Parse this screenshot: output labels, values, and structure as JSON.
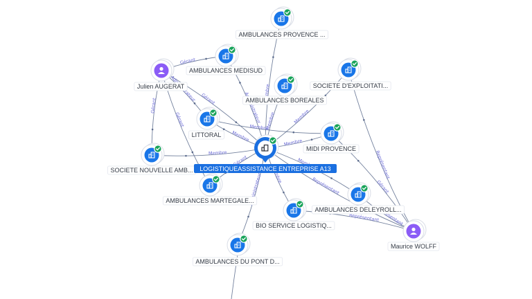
{
  "center": {
    "label": "LOGISTIQUEASSISTANCE ENTREPRISE A13",
    "icon": "building-icon"
  },
  "nodes": [
    {
      "id": "provence",
      "label": "AMBULANCES PROVENCE ...",
      "kind": "company",
      "verified": true
    },
    {
      "id": "medisud",
      "label": "AMBULANCES MEDISUD",
      "kind": "company",
      "verified": true
    },
    {
      "id": "exploit",
      "label": "SOCIETE D'EXPLOITATI...",
      "kind": "company",
      "verified": true
    },
    {
      "id": "julien",
      "label": "Julien AUGERAT",
      "kind": "person",
      "verified": false
    },
    {
      "id": "boreales",
      "label": "AMBULANCES BOREALES",
      "kind": "company",
      "verified": true
    },
    {
      "id": "littoral",
      "label": "LITTORAL",
      "kind": "company",
      "verified": true
    },
    {
      "id": "midi",
      "label": "MIDI PROVENCE",
      "kind": "company",
      "verified": true
    },
    {
      "id": "sna",
      "label": "SOCIETE NOUVELLE AMB...",
      "kind": "company",
      "verified": true
    },
    {
      "id": "martegale",
      "label": "AMBULANCES MARTEGALE...",
      "kind": "company",
      "verified": true
    },
    {
      "id": "deleyroll",
      "label": "AMBULANCES DELEYROLL...",
      "kind": "company",
      "verified": true
    },
    {
      "id": "bio",
      "label": "BIO SERVICE LOGISTIQ...",
      "kind": "company",
      "verified": true
    },
    {
      "id": "maurice",
      "label": "Maurice WOLFF",
      "kind": "person",
      "verified": false
    },
    {
      "id": "dupont",
      "label": "AMBULANCES DU PONT D...",
      "kind": "company",
      "verified": true
    }
  ],
  "edge_labels": {
    "membre": "Membre",
    "gerant": "Gérant",
    "representant": "Représentant",
    "administrateur": "Administrateur"
  },
  "colors": {
    "company": "#1976e8",
    "person": "#8b5cf6",
    "verified": "#19a35a",
    "center": "#1a6fe0"
  }
}
